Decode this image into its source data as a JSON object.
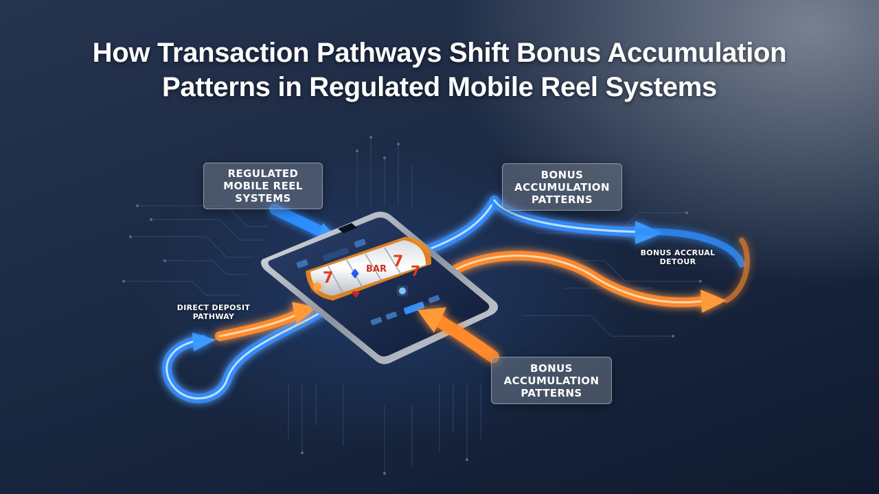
{
  "title": {
    "line1": "How Transaction Pathways Shift Bonus Accumulation",
    "line2": "Patterns in Regulated Mobile Reel Systems"
  },
  "labels": {
    "regulated_systems": [
      "REGULATED",
      "MOBILE REEL",
      "SYSTEMS"
    ],
    "bonus_patterns_top": [
      "BONUS",
      "ACCUMULATION",
      "PATTERNS"
    ],
    "bonus_patterns_bottom": [
      "BONUS",
      "ACCUMULATION",
      "PATTERNS"
    ],
    "direct_deposit": [
      "DIRECT DEPOSIT",
      "PATHWAY"
    ],
    "bonus_detour": [
      "BONUS ACCRUAL",
      "DETOUR"
    ]
  },
  "colors": {
    "blue_path": "#2f8dff",
    "orange_path": "#ff8a2a",
    "phone_frame": "#c9ced6",
    "screen": "#1a2a4a",
    "background": "#1a2740"
  },
  "icons": {
    "reel_symbols": [
      "seven",
      "cherry",
      "bar",
      "seven",
      "bell"
    ]
  }
}
